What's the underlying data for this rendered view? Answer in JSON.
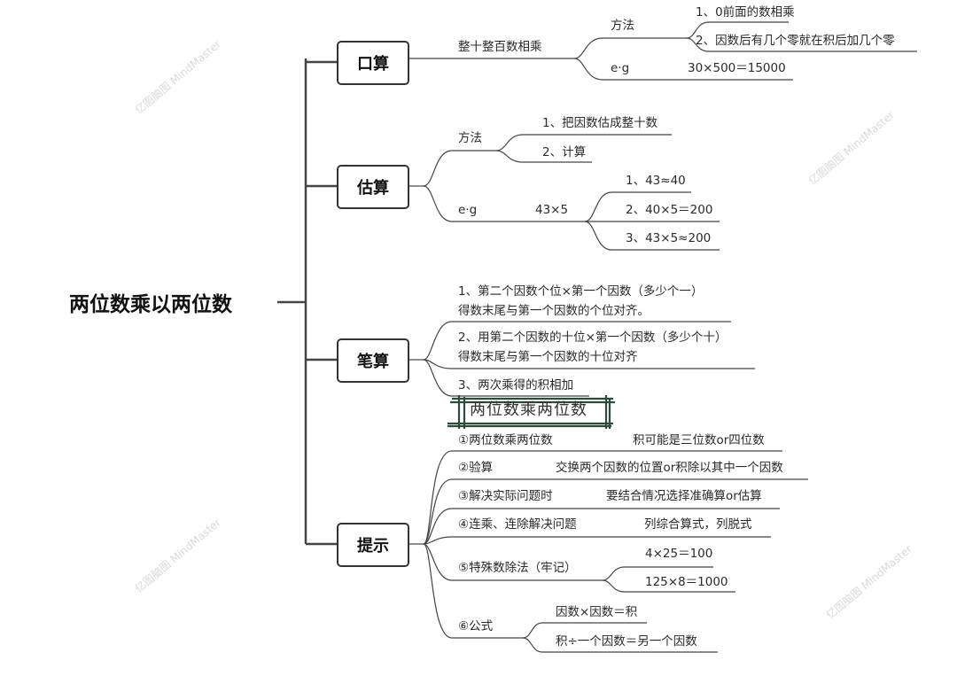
{
  "root": "两位数乘以两位数",
  "branches": {
    "kousuan": {
      "label": "口算",
      "topic": "整十整百数相乘",
      "method": "方法",
      "m1": "1、0前面的数相乘",
      "m2": "2、因数后有几个零就在积后加几个零",
      "eg": "e·g",
      "eg_val": "30×500＝15000"
    },
    "gusuan": {
      "label": "估算",
      "method": "方法",
      "m1": "1、把因数估成整十数",
      "m2": "2、计算",
      "eg": "e·g",
      "eg_expr": "43×5",
      "s1": "1、43≈40",
      "s2": "2、40×5＝200",
      "s3": "3、43×5≈200"
    },
    "bisuan": {
      "label": "笔算",
      "r1a": "1、第二个因数个位×第一个因数（多少个一）",
      "r1b": "得数末尾与第一个因数的个位对齐。",
      "r2a": "2、用第二个因数的十位×第一个因数（多少个十）",
      "r2b": "得数末尾与第一个因数的十位对齐",
      "r3": "3、两次乘得的积相加"
    },
    "tishi": {
      "label": "提示",
      "t1": "①两位数乘两位数",
      "t1v": "积可能是三位数or四位数",
      "t2": "②验算",
      "t2v": "交换两个因数的位置or积除以其中一个因数",
      "t3": "③解决实际问题时",
      "t3v": "要结合情况选择准确算or估算",
      "t4": "④连乘、连除解决问题",
      "t4v": "列综合算式，列脱式",
      "t5": "⑤特殊数除法（牢记）",
      "t5a": "4×25＝100",
      "t5b": "125×8＝1000",
      "t6": "⑥公式",
      "t6a": "因数×因数＝积",
      "t6b": "积÷一个因数＝另一个因数"
    }
  },
  "handwriting": "两位数乘两位数",
  "watermark": "亿图脑图 MindMaster"
}
